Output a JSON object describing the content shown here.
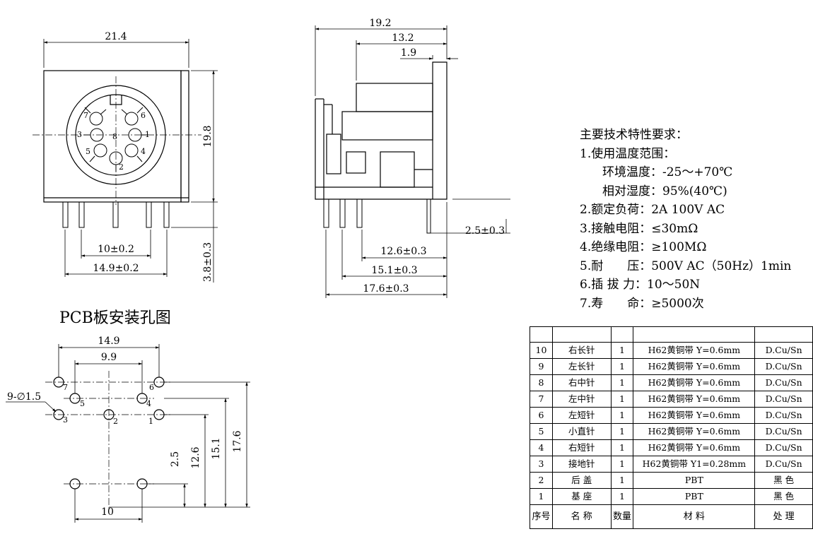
{
  "front_view": {
    "width_dim": "21.4",
    "height_dim": "19.8",
    "pin_length_dim": "3.8±0.3",
    "pitch_inner_dim": "10±0.2",
    "pitch_outer_dim": "14.9±0.2",
    "pin_numbers": [
      "7",
      "6",
      "3",
      "8",
      "1",
      "5",
      "4",
      "2"
    ]
  },
  "side_view": {
    "total_depth": "19.2",
    "body_depth": "13.2",
    "flange": "1.9",
    "ground_pin_length": "2.5±0.3",
    "dim_12_6": "12.6±0.3",
    "dim_15_1": "15.1±0.3",
    "dim_17_6": "17.6±0.3"
  },
  "pcb_layout": {
    "title": "PCB板安装孔图",
    "width_outer": "14.9",
    "width_inner": "9.9",
    "hole_spec": "9-∅1.5",
    "dim_bottom": "10",
    "v_dims": [
      "2.5",
      "12.6",
      "15.1",
      "17.6"
    ],
    "hole_labels": [
      "7",
      "6",
      "5",
      "4",
      "3",
      "2",
      "1"
    ]
  },
  "specs": {
    "heading": "主要技术特性要求：",
    "lines": [
      "1.使用温度范围：",
      "环境温度：-25～+70℃",
      "相对湿度：95%(40℃)",
      "2.额定负荷：2A 100V AC",
      "3.接触电阻：≤30mΩ",
      "4.绝缘电阻：≥100MΩ",
      "5.耐　　压：500V AC（50Hz）1min",
      "6.插 拔 力：10～50N",
      "7.寿　　命：≥5000次"
    ]
  },
  "bom": {
    "header": [
      "序号",
      "名 称",
      "数量",
      "材 料",
      "处 理"
    ],
    "rows": [
      [
        "10",
        "右长针",
        "1",
        "H62黄铜带 Y=0.6mm",
        "D.Cu/Sn"
      ],
      [
        "9",
        "左长针",
        "1",
        "H62黄铜带 Y=0.6mm",
        "D.Cu/Sn"
      ],
      [
        "8",
        "右中针",
        "1",
        "H62黄铜带 Y=0.6mm",
        "D.Cu/Sn"
      ],
      [
        "7",
        "左中针",
        "1",
        "H62黄铜带 Y=0.6mm",
        "D.Cu/Sn"
      ],
      [
        "6",
        "左短针",
        "1",
        "H62黄铜带 Y=0.6mm",
        "D.Cu/Sn"
      ],
      [
        "5",
        "小直针",
        "1",
        "H62黄铜带 Y=0.6mm",
        "D.Cu/Sn"
      ],
      [
        "4",
        "右短针",
        "1",
        "H62黄铜带 Y=0.6mm",
        "D.Cu/Sn"
      ],
      [
        "3",
        "接地针",
        "1",
        "H62黄铜带 Y1=0.28mm",
        "D.Cu/Sn"
      ],
      [
        "2",
        "后 盖",
        "1",
        "PBT",
        "黑 色"
      ],
      [
        "1",
        "基 座",
        "1",
        "PBT",
        "黑 色"
      ]
    ]
  }
}
